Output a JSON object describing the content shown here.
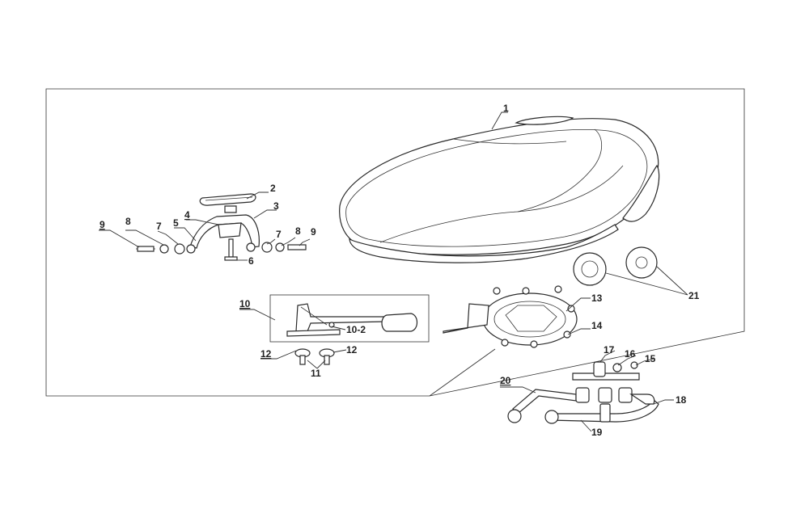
{
  "diagram": {
    "callouts": [
      {
        "id": "1",
        "text": "1"
      },
      {
        "id": "2",
        "text": "2"
      },
      {
        "id": "3",
        "text": "3"
      },
      {
        "id": "4",
        "text": "4"
      },
      {
        "id": "5",
        "text": "5"
      },
      {
        "id": "6",
        "text": "6"
      },
      {
        "id": "7a",
        "text": "7"
      },
      {
        "id": "7b",
        "text": "7"
      },
      {
        "id": "8a",
        "text": "8"
      },
      {
        "id": "8b",
        "text": "8"
      },
      {
        "id": "9a",
        "text": "9"
      },
      {
        "id": "9b",
        "text": "9"
      },
      {
        "id": "10",
        "text": "10"
      },
      {
        "id": "10-2",
        "text": "10-2"
      },
      {
        "id": "11",
        "text": "11"
      },
      {
        "id": "12a",
        "text": "12"
      },
      {
        "id": "12b",
        "text": "12"
      },
      {
        "id": "13",
        "text": "13"
      },
      {
        "id": "14",
        "text": "14"
      },
      {
        "id": "15",
        "text": "15"
      },
      {
        "id": "16",
        "text": "16"
      },
      {
        "id": "17",
        "text": "17"
      },
      {
        "id": "18",
        "text": "18"
      },
      {
        "id": "19",
        "text": "19"
      },
      {
        "id": "20",
        "text": "20"
      },
      {
        "id": "21",
        "text": "21"
      }
    ]
  }
}
